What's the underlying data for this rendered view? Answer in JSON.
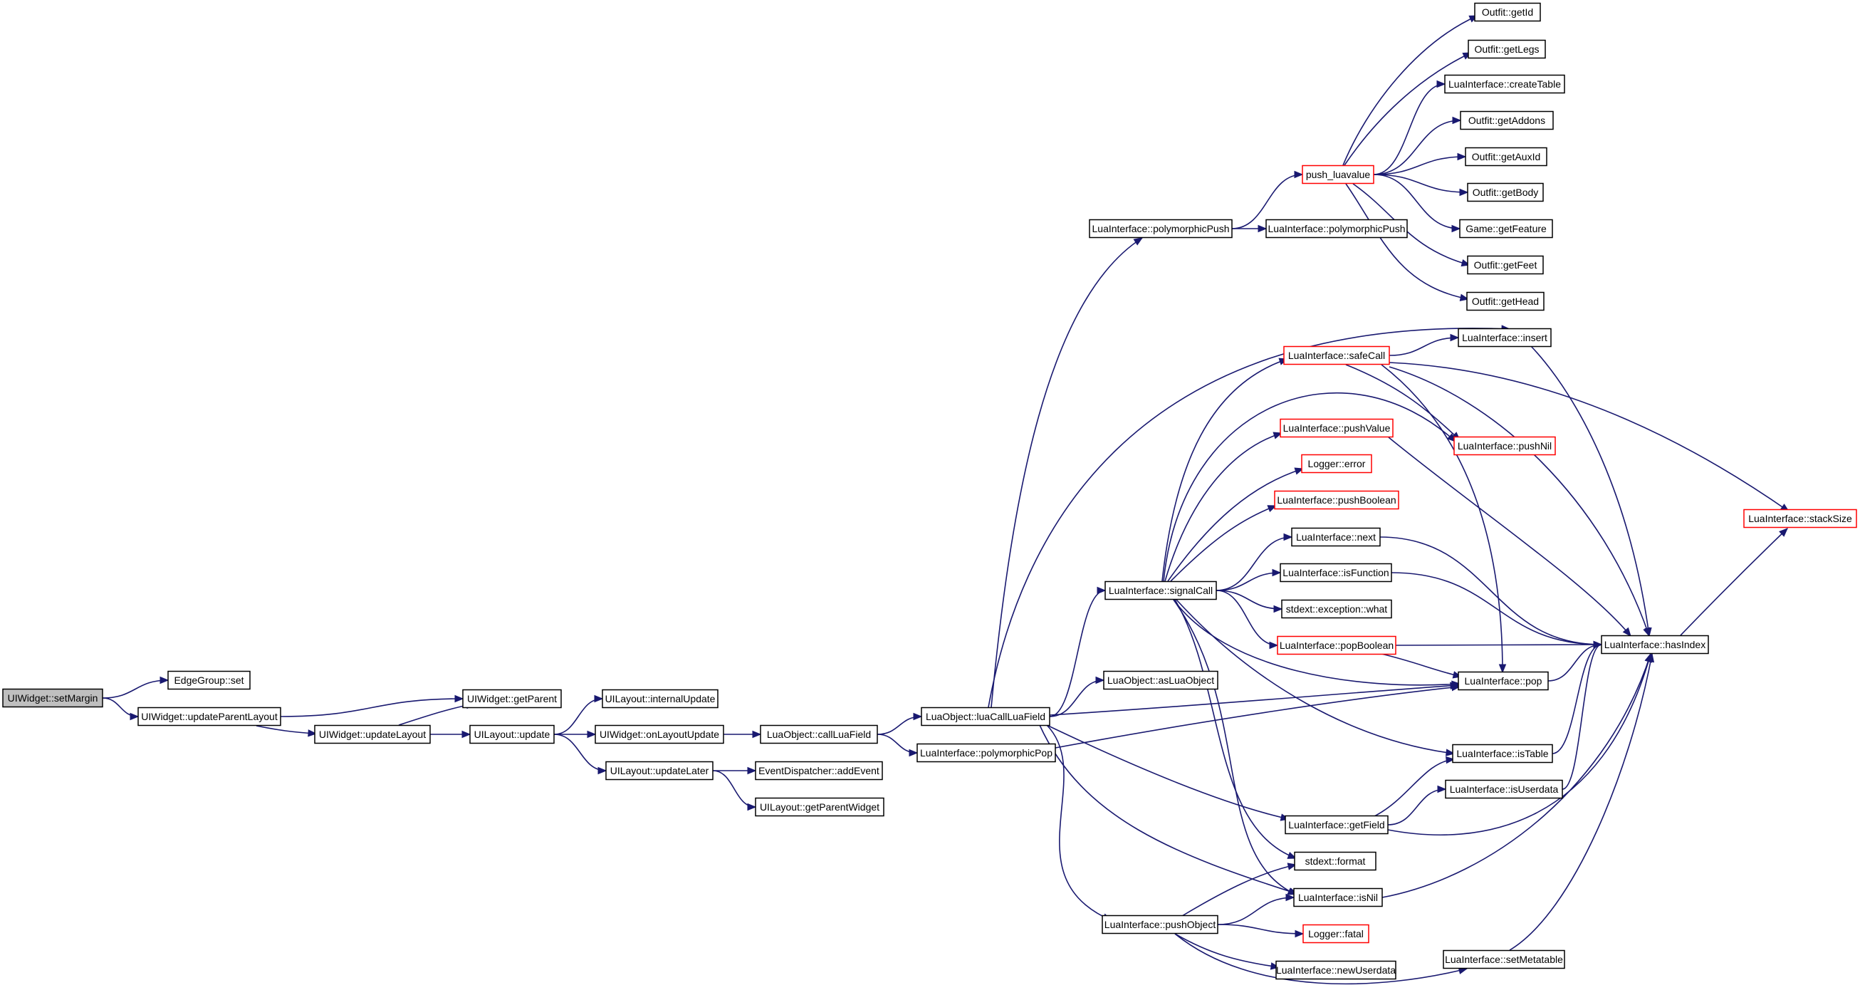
{
  "colors": {
    "edge": "#191970",
    "node_border": "#000000",
    "node_border_incomplete": "#ff0000",
    "node_fill": "#ffffff",
    "root_fill": "#bfbfbf"
  },
  "nodes": [
    {
      "id": "n_setMargin",
      "label": "UIWidget::setMargin",
      "root": true
    },
    {
      "id": "n_edgeSet",
      "label": "EdgeGroup::set"
    },
    {
      "id": "n_updateParentLayout",
      "label": "UIWidget::updateParentLayout"
    },
    {
      "id": "n_getParent",
      "label": "UIWidget::getParent"
    },
    {
      "id": "n_updateLayout",
      "label": "UIWidget::updateLayout"
    },
    {
      "id": "n_internalUpdate",
      "label": "UILayout::internalUpdate"
    },
    {
      "id": "n_layoutUpdate",
      "label": "UILayout::update"
    },
    {
      "id": "n_onLayoutUpdate",
      "label": "UIWidget::onLayoutUpdate"
    },
    {
      "id": "n_updateLater",
      "label": "UILayout::updateLater"
    },
    {
      "id": "n_callLuaField",
      "label": "LuaObject::callLuaField"
    },
    {
      "id": "n_addEvent",
      "label": "EventDispatcher::addEvent"
    },
    {
      "id": "n_getParentWidget",
      "label": "UILayout::getParentWidget"
    },
    {
      "id": "n_luaCallLuaField",
      "label": "LuaObject::luaCallLuaField"
    },
    {
      "id": "n_polyPop",
      "label": "LuaInterface::polymorphicPop"
    },
    {
      "id": "n_polyPush1",
      "label": "LuaInterface::polymorphicPush"
    },
    {
      "id": "n_polyPush2",
      "label": "LuaInterface::polymorphicPush"
    },
    {
      "id": "n_signalCall",
      "label": "LuaInterface::signalCall"
    },
    {
      "id": "n_asLuaObject",
      "label": "LuaObject::asLuaObject"
    },
    {
      "id": "n_pushObject",
      "label": "LuaInterface::pushObject"
    },
    {
      "id": "n_pushLuavalue",
      "label": "push_luavalue",
      "incomplete": true
    },
    {
      "id": "n_getId",
      "label": "Outfit::getId"
    },
    {
      "id": "n_getLegs",
      "label": "Outfit::getLegs"
    },
    {
      "id": "n_createTable",
      "label": "LuaInterface::createTable"
    },
    {
      "id": "n_getAddons",
      "label": "Outfit::getAddons"
    },
    {
      "id": "n_getAuxId",
      "label": "Outfit::getAuxId"
    },
    {
      "id": "n_getBody",
      "label": "Outfit::getBody"
    },
    {
      "id": "n_getFeature",
      "label": "Game::getFeature"
    },
    {
      "id": "n_getFeet",
      "label": "Outfit::getFeet"
    },
    {
      "id": "n_getHead",
      "label": "Outfit::getHead"
    },
    {
      "id": "n_insert",
      "label": "LuaInterface::insert"
    },
    {
      "id": "n_safeCall",
      "label": "LuaInterface::safeCall",
      "incomplete": true
    },
    {
      "id": "n_pushValue",
      "label": "LuaInterface::pushValue",
      "incomplete": true
    },
    {
      "id": "n_pushNil",
      "label": "LuaInterface::pushNil",
      "incomplete": true
    },
    {
      "id": "n_error",
      "label": "Logger::error",
      "incomplete": true
    },
    {
      "id": "n_pushBoolean",
      "label": "LuaInterface::pushBoolean",
      "incomplete": true
    },
    {
      "id": "n_next",
      "label": "LuaInterface::next"
    },
    {
      "id": "n_isFunction",
      "label": "LuaInterface::isFunction"
    },
    {
      "id": "n_what",
      "label": "stdext::exception::what"
    },
    {
      "id": "n_popBoolean",
      "label": "LuaInterface::popBoolean",
      "incomplete": true
    },
    {
      "id": "n_pop",
      "label": "LuaInterface::pop"
    },
    {
      "id": "n_hasIndex",
      "label": "LuaInterface::hasIndex"
    },
    {
      "id": "n_stackSize",
      "label": "LuaInterface::stackSize",
      "incomplete": true
    },
    {
      "id": "n_isTable",
      "label": "LuaInterface::isTable"
    },
    {
      "id": "n_isUserdata",
      "label": "LuaInterface::isUserdata"
    },
    {
      "id": "n_getField",
      "label": "LuaInterface::getField"
    },
    {
      "id": "n_format",
      "label": "stdext::format"
    },
    {
      "id": "n_isNil",
      "label": "LuaInterface::isNil"
    },
    {
      "id": "n_fatal",
      "label": "Logger::fatal",
      "incomplete": true
    },
    {
      "id": "n_newUserdata",
      "label": "LuaInterface::newUserdata"
    },
    {
      "id": "n_setMetatable",
      "label": "LuaInterface::setMetatable"
    }
  ],
  "edges": [
    [
      "n_setMargin",
      "n_edgeSet"
    ],
    [
      "n_setMargin",
      "n_updateParentLayout"
    ],
    [
      "n_updateParentLayout",
      "n_getParent"
    ],
    [
      "n_updateParentLayout",
      "n_updateLayout"
    ],
    [
      "n_updateLayout",
      "n_getParent"
    ],
    [
      "n_updateLayout",
      "n_layoutUpdate"
    ],
    [
      "n_layoutUpdate",
      "n_internalUpdate"
    ],
    [
      "n_layoutUpdate",
      "n_onLayoutUpdate"
    ],
    [
      "n_layoutUpdate",
      "n_updateLater"
    ],
    [
      "n_onLayoutUpdate",
      "n_callLuaField"
    ],
    [
      "n_updateLater",
      "n_addEvent"
    ],
    [
      "n_updateLater",
      "n_getParentWidget"
    ],
    [
      "n_callLuaField",
      "n_luaCallLuaField"
    ],
    [
      "n_callLuaField",
      "n_polyPop"
    ],
    [
      "n_polyPop",
      "n_pop"
    ],
    [
      "n_luaCallLuaField",
      "n_polyPush1"
    ],
    [
      "n_luaCallLuaField",
      "n_signalCall"
    ],
    [
      "n_luaCallLuaField",
      "n_asLuaObject"
    ],
    [
      "n_luaCallLuaField",
      "n_pop"
    ],
    [
      "n_luaCallLuaField",
      "n_insert"
    ],
    [
      "n_luaCallLuaField",
      "n_getField"
    ],
    [
      "n_luaCallLuaField",
      "n_isNil"
    ],
    [
      "n_luaCallLuaField",
      "n_pushObject"
    ],
    [
      "n_polyPush1",
      "n_pushLuavalue"
    ],
    [
      "n_polyPush1",
      "n_polyPush2"
    ],
    [
      "n_pushLuavalue",
      "n_getId"
    ],
    [
      "n_pushLuavalue",
      "n_getLegs"
    ],
    [
      "n_pushLuavalue",
      "n_createTable"
    ],
    [
      "n_pushLuavalue",
      "n_getAddons"
    ],
    [
      "n_pushLuavalue",
      "n_getAuxId"
    ],
    [
      "n_pushLuavalue",
      "n_getBody"
    ],
    [
      "n_pushLuavalue",
      "n_getFeature"
    ],
    [
      "n_pushLuavalue",
      "n_getFeet"
    ],
    [
      "n_pushLuavalue",
      "n_getHead"
    ],
    [
      "n_signalCall",
      "n_safeCall"
    ],
    [
      "n_signalCall",
      "n_pushNil"
    ],
    [
      "n_signalCall",
      "n_pushValue"
    ],
    [
      "n_signalCall",
      "n_error"
    ],
    [
      "n_signalCall",
      "n_pushBoolean"
    ],
    [
      "n_signalCall",
      "n_next"
    ],
    [
      "n_signalCall",
      "n_isFunction"
    ],
    [
      "n_signalCall",
      "n_what"
    ],
    [
      "n_signalCall",
      "n_popBoolean"
    ],
    [
      "n_signalCall",
      "n_pop"
    ],
    [
      "n_signalCall",
      "n_isTable"
    ],
    [
      "n_signalCall",
      "n_format"
    ],
    [
      "n_signalCall",
      "n_isNil"
    ],
    [
      "n_safeCall",
      "n_insert"
    ],
    [
      "n_safeCall",
      "n_pushNil"
    ],
    [
      "n_safeCall",
      "n_stackSize"
    ],
    [
      "n_safeCall",
      "n_hasIndex"
    ],
    [
      "n_safeCall",
      "n_pop"
    ],
    [
      "n_insert",
      "n_hasIndex"
    ],
    [
      "n_pushValue",
      "n_hasIndex"
    ],
    [
      "n_next",
      "n_hasIndex"
    ],
    [
      "n_isFunction",
      "n_hasIndex"
    ],
    [
      "n_popBoolean",
      "n_hasIndex"
    ],
    [
      "n_popBoolean",
      "n_pop"
    ],
    [
      "n_pop",
      "n_hasIndex"
    ],
    [
      "n_isTable",
      "n_hasIndex"
    ],
    [
      "n_isUserdata",
      "n_hasIndex"
    ],
    [
      "n_getField",
      "n_isTable"
    ],
    [
      "n_getField",
      "n_isUserdata"
    ],
    [
      "n_getField",
      "n_hasIndex"
    ],
    [
      "n_isNil",
      "n_hasIndex"
    ],
    [
      "n_setMetatable",
      "n_hasIndex"
    ],
    [
      "n_hasIndex",
      "n_stackSize"
    ],
    [
      "n_pushObject",
      "n_format"
    ],
    [
      "n_pushObject",
      "n_isNil"
    ],
    [
      "n_pushObject",
      "n_fatal"
    ],
    [
      "n_pushObject",
      "n_newUserdata"
    ],
    [
      "n_pushObject",
      "n_setMetatable"
    ]
  ]
}
